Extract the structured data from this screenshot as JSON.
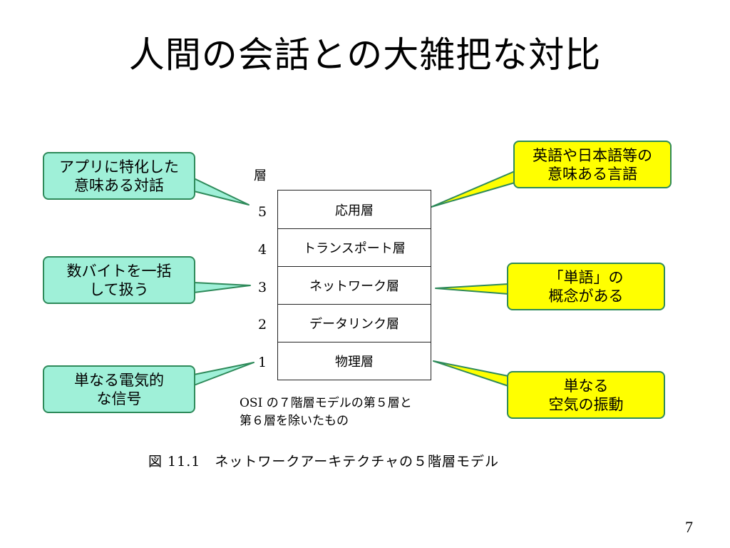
{
  "slide": {
    "title": "人間の会話との大雑把な対比",
    "page_number": "7"
  },
  "figure": {
    "axis_label": "層",
    "layers": [
      {
        "number": "5",
        "name": "応用層"
      },
      {
        "number": "4",
        "name": "トランスポート層"
      },
      {
        "number": "3",
        "name": "ネットワーク層"
      },
      {
        "number": "2",
        "name": "データリンク層"
      },
      {
        "number": "1",
        "name": "物理層"
      }
    ],
    "note": [
      "OSI の７階層モデルの第５層と",
      "第６層を除いたもの"
    ],
    "caption": "図 11.1　ネットワークアーキテクチャの５階層モデル"
  },
  "callouts": {
    "left": [
      {
        "lines": [
          "アプリに特化した",
          "意味ある対話"
        ],
        "color": "#9ff0d8"
      },
      {
        "lines": [
          "数バイトを一括",
          "して扱う"
        ],
        "color": "#9ff0d8"
      },
      {
        "lines": [
          "単なる電気的",
          "な信号"
        ],
        "color": "#9ff0d8"
      }
    ],
    "right": [
      {
        "lines": [
          "英語や日本語等の",
          "意味ある言語"
        ],
        "color": "#ffff00"
      },
      {
        "lines": [
          "「単語」の",
          "概念がある"
        ],
        "color": "#ffff00"
      },
      {
        "lines": [
          "単なる",
          "空気の振動"
        ],
        "color": "#ffff00"
      }
    ]
  }
}
